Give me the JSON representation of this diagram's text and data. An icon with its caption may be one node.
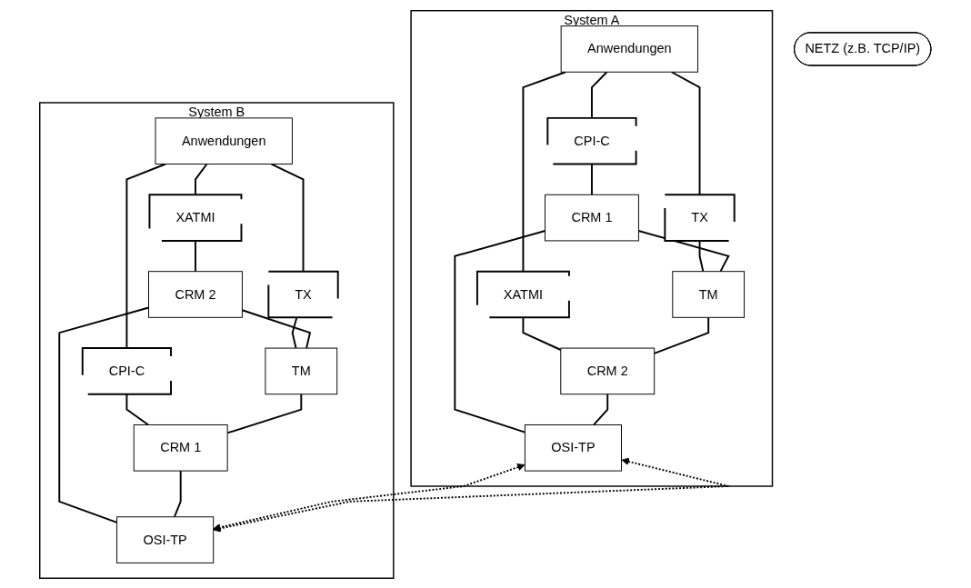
{
  "diagram": {
    "nodes": [
      {
        "text": [
          "System A"
        ]
      },
      {
        "text": [
          "Anwendungen"
        ],
        "in": 0
      },
      {
        "text": [
          "CPI-C"
        ],
        "in": 0
      },
      {
        "text": [
          "TX"
        ],
        "in": 0
      },
      {
        "text": [
          "XATMI"
        ],
        "in": 0
      },
      {
        "text": [
          "CRM 1"
        ],
        "in": 0
      },
      {
        "text": [
          "TM"
        ],
        "in": 0
      },
      {
        "text": [
          "CRM 2"
        ],
        "in": 0
      },
      {
        "text": [
          "OSI-TP"
        ],
        "in": 0
      },
      {
        "text": [
          "System B"
        ]
      },
      {
        "text": [
          "Anwendungen"
        ],
        "in": 9
      },
      {
        "text": [
          "XATMI"
        ],
        "in": 9
      },
      {
        "text": [
          "TX"
        ],
        "in": 9
      },
      {
        "text": [
          "CPI-C"
        ],
        "in": 9
      },
      {
        "text": [
          "CRM 2"
        ],
        "in": 9
      },
      {
        "text": [
          "TM"
        ],
        "in": 9
      },
      {
        "text": [
          "CRM 1"
        ],
        "in": 9
      },
      {
        "text": [
          "OSI-TP"
        ],
        "in": 9
      },
      {
        "text": [
          "NETZ (z.B. TCP/IP)"
        ]
      }
    ],
    "edges": [
      {
        "from": 1,
        "to": 2,
        "arrow": "none"
      },
      {
        "from": 1,
        "to": 3,
        "arrow": "none"
      },
      {
        "from": 1,
        "to": 4,
        "arrow": "none"
      },
      {
        "from": 2,
        "to": 5,
        "arrow": "none"
      },
      {
        "from": 3,
        "to": 6,
        "arrow": "none"
      },
      {
        "from": 4,
        "to": 7,
        "arrow": "none"
      },
      {
        "from": 5,
        "to": 6,
        "arrow": "none"
      },
      {
        "from": 6,
        "to": 7,
        "arrow": "none"
      },
      {
        "from": 5,
        "to": 8,
        "arrow": "none"
      },
      {
        "from": 7,
        "to": 8,
        "arrow": "none"
      },
      {
        "from": 10,
        "to": 11,
        "arrow": "none"
      },
      {
        "from": 10,
        "to": 12,
        "arrow": "none"
      },
      {
        "from": 10,
        "to": 13,
        "arrow": "none"
      },
      {
        "from": 11,
        "to": 14,
        "arrow": "none"
      },
      {
        "from": 12,
        "to": 15,
        "arrow": "none"
      },
      {
        "from": 13,
        "to": 16,
        "arrow": "none"
      },
      {
        "from": 14,
        "to": 15,
        "arrow": "none"
      },
      {
        "from": 15,
        "to": 16,
        "arrow": "none"
      },
      {
        "from": 14,
        "to": 17,
        "arrow": "none"
      },
      {
        "from": 16,
        "to": 17,
        "arrow": "none"
      },
      {
        "from": 8,
        "to": 17,
        "arrow": "both",
        "style": "dashed"
      },
      {
        "from": 8,
        "to": 17,
        "arrow": "both",
        "style": "dashed"
      }
    ]
  }
}
